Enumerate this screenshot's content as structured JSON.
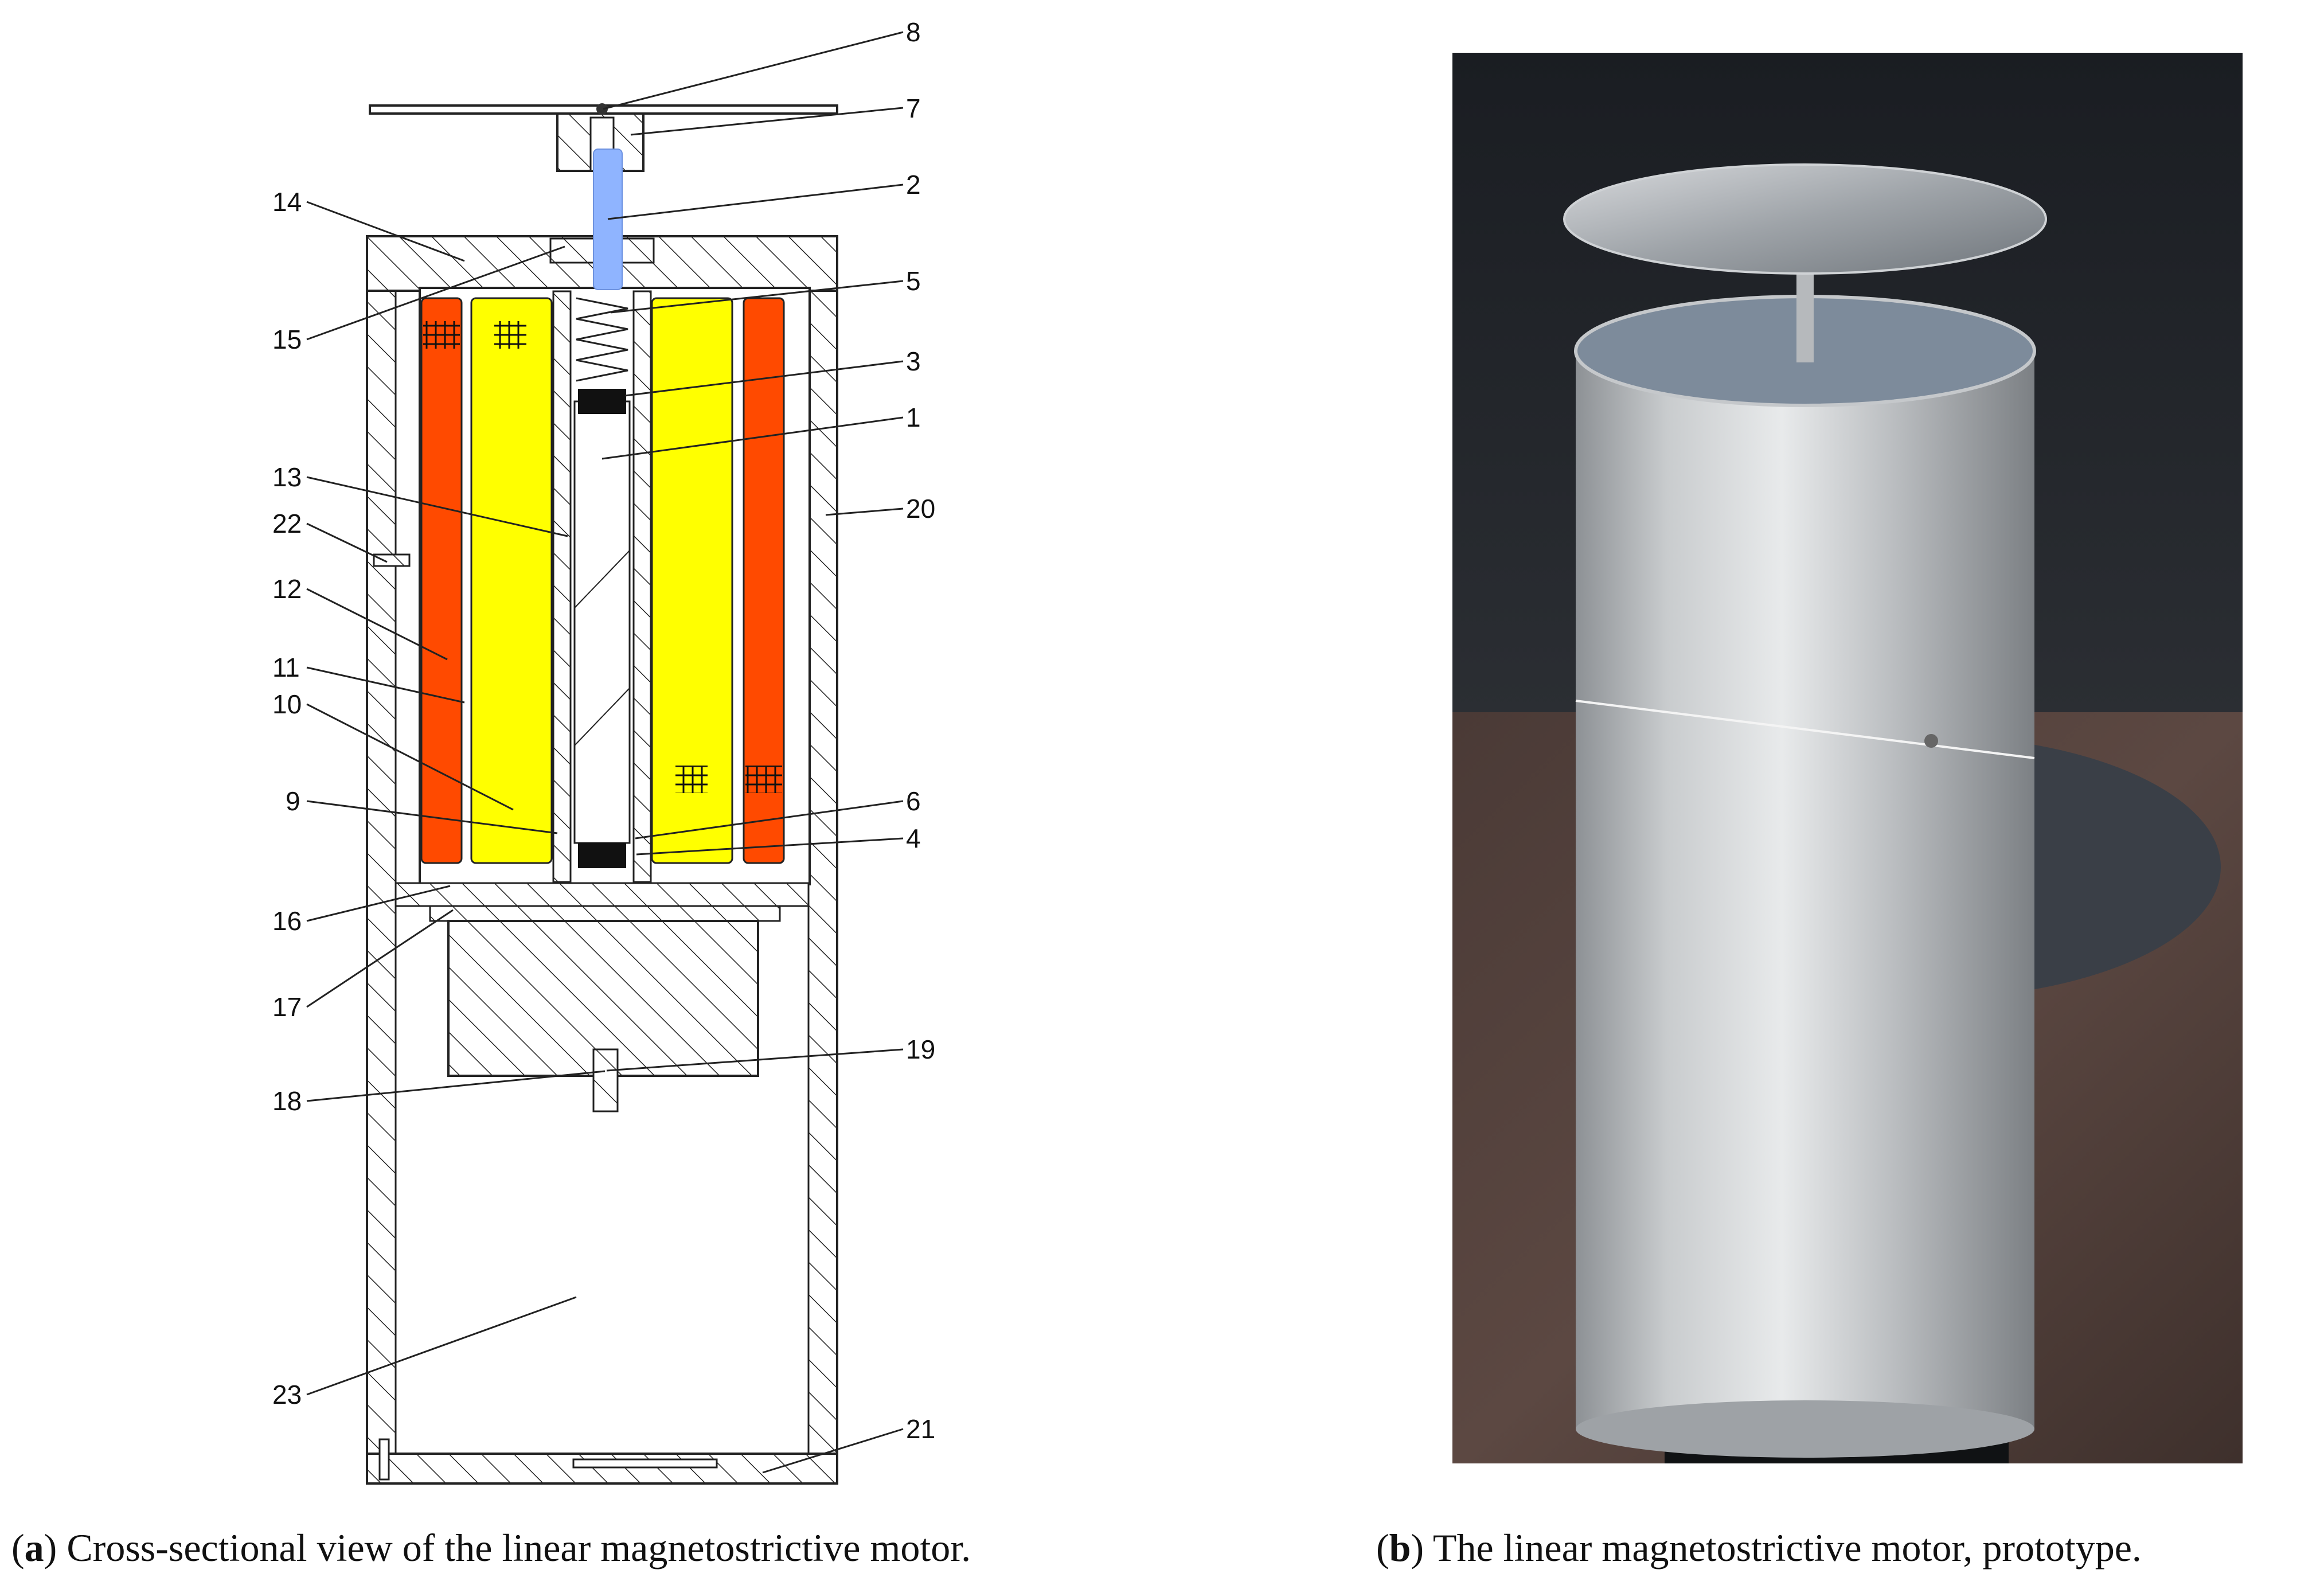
{
  "diagram": {
    "labels": [
      "1",
      "2",
      "3",
      "4",
      "5",
      "6",
      "7",
      "8",
      "9",
      "10",
      "11",
      "12",
      "13",
      "14",
      "15",
      "16",
      "17",
      "18",
      "19",
      "20",
      "21",
      "22",
      "23"
    ],
    "colors": {
      "coil_outer": "#ff4a00",
      "coil_inner": "#ffff00",
      "rod_blue": "#8fb4ff",
      "hatch": "#222222"
    }
  },
  "captions": {
    "a": {
      "letter": "a",
      "text": " Cross-sectional view of the linear magnetostrictive motor."
    },
    "b": {
      "letter": "b",
      "text": " The linear magnetostrictive motor, prototype."
    }
  },
  "photo": {
    "subject": "aluminum-cylinder-prototype"
  }
}
